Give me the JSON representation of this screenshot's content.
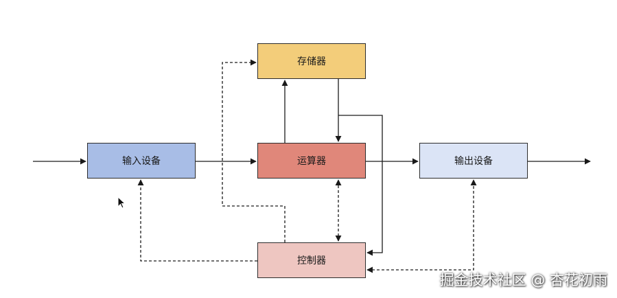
{
  "diagram": {
    "nodes": {
      "input": {
        "label": "输入设备",
        "color": "#a8bde6"
      },
      "storage": {
        "label": "存储器",
        "color": "#f3cd7a"
      },
      "alu": {
        "label": "运算器",
        "color": "#e0877a"
      },
      "output": {
        "label": "输出设备",
        "color": "#dbe4f6"
      },
      "control": {
        "label": "控制器",
        "color": "#eec6c1"
      }
    },
    "edges": [
      {
        "from": "external",
        "to": "input",
        "style": "solid"
      },
      {
        "from": "input",
        "to": "alu",
        "style": "solid"
      },
      {
        "from": "alu",
        "to": "output",
        "style": "solid"
      },
      {
        "from": "output",
        "to": "external",
        "style": "solid"
      },
      {
        "from": "alu",
        "to": "storage",
        "style": "solid"
      },
      {
        "from": "storage",
        "to": "alu",
        "style": "solid"
      },
      {
        "from": "storage",
        "to": "control",
        "style": "solid"
      },
      {
        "from": "control",
        "to": "input",
        "style": "dashed"
      },
      {
        "from": "control",
        "to": "storage",
        "style": "dashed"
      },
      {
        "from": "control",
        "to": "alu",
        "style": "dashed",
        "bidirectional": true
      },
      {
        "from": "control",
        "to": "output",
        "style": "dashed"
      }
    ]
  },
  "watermark": {
    "text": "掘金技术社区 @ 杏花初雨"
  }
}
